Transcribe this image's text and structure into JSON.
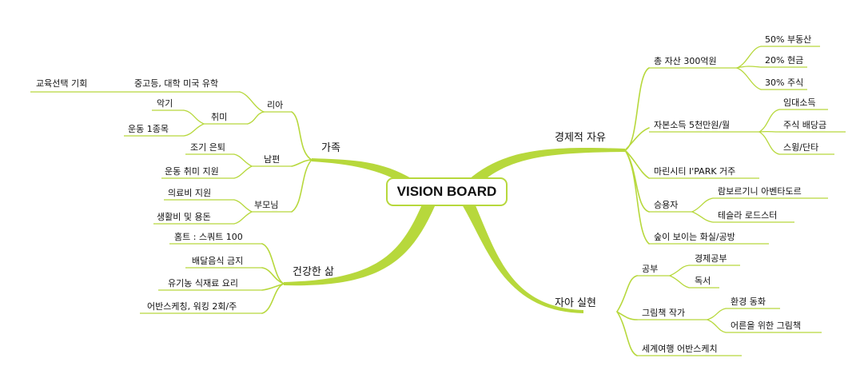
{
  "center": {
    "title": "VISION BOARD"
  },
  "branches": {
    "economic": {
      "label": "경제적 자유",
      "assets": {
        "label": "총 자산 300억원",
        "items": [
          "50% 부동산",
          "20% 현금",
          "30% 주식"
        ]
      },
      "income": {
        "label": "자본소득 5천만원/월",
        "items": [
          "임대소득",
          "주식 배당금",
          "스윙/단타"
        ]
      },
      "home": {
        "label": "마린시티 I'PARK 거주"
      },
      "car": {
        "label": "승용자",
        "items": [
          "람보르기니 아벤타도르",
          "테슬라 로드스터"
        ]
      },
      "office": {
        "label": "숲이 보이는 화실/공방"
      }
    },
    "self": {
      "label": "자아 실현",
      "study": {
        "label": "공부",
        "items": [
          "경제공부",
          "독서"
        ]
      },
      "author": {
        "label": "그림책 작가",
        "items": [
          "환경 동화",
          "어른을 위한 그림책"
        ]
      },
      "travel": {
        "label": "세계여행 어반스케치"
      }
    },
    "family": {
      "label": "가족",
      "ria": {
        "label": "리아",
        "education": {
          "label": "중고등, 대학 미국 유학",
          "items": [
            "교육선택 기회"
          ]
        },
        "hobby": {
          "label": "취미",
          "items": [
            "악기",
            "운동 1종목"
          ]
        }
      },
      "husband": {
        "label": "남편",
        "items": [
          "조기 은퇴",
          "운동 취미 지원"
        ]
      },
      "parents": {
        "label": "부모님",
        "items": [
          "의료비 지원",
          "생활비 및 용돈"
        ]
      }
    },
    "health": {
      "label": "건강한 삶",
      "items": [
        "홈트 : 스쿼트 100",
        "배달음식 금지",
        "유기농 식재료 요리",
        "어반스케칭, 워킹 2회/주"
      ]
    }
  },
  "colors": {
    "branch": "#b7d83c",
    "text": "#111111",
    "background": "#ffffff"
  }
}
